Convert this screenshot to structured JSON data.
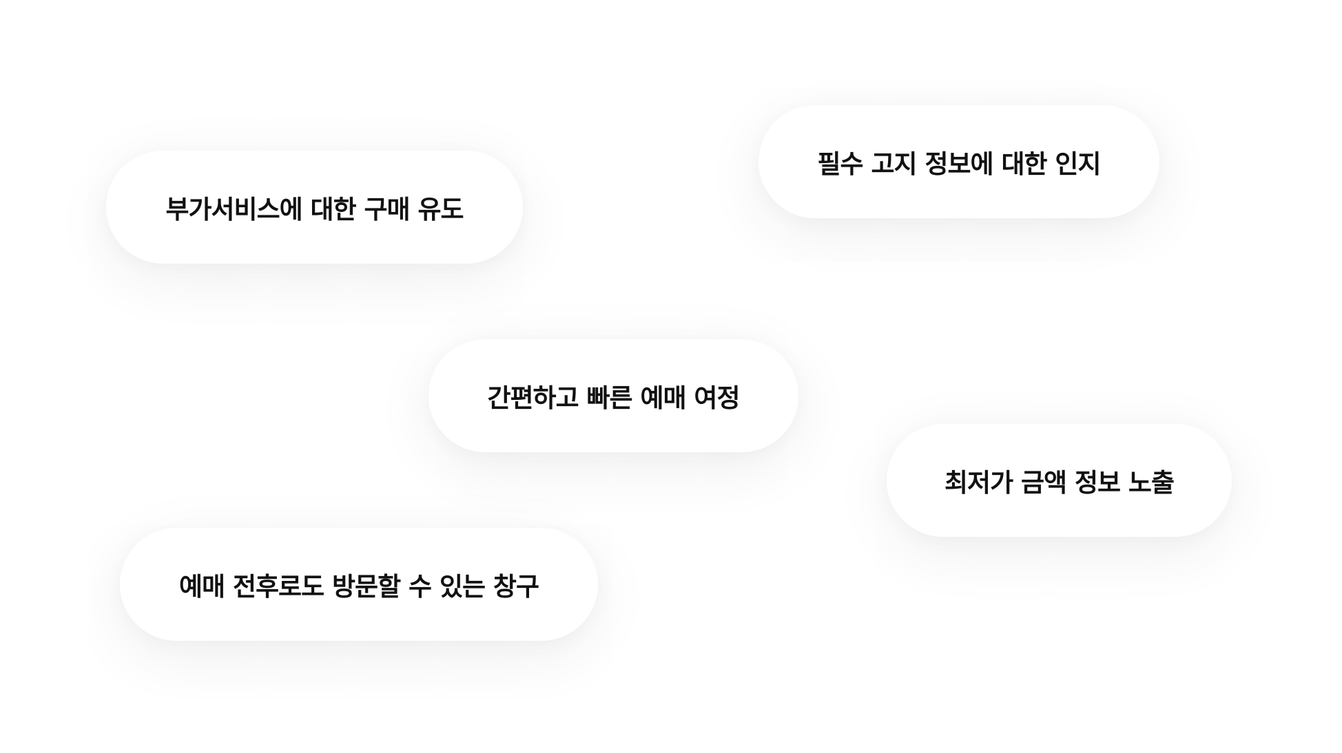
{
  "tags": [
    {
      "label": "부가서비스에 대한 구매 유도"
    },
    {
      "label": "필수 고지 정보에 대한 인지"
    },
    {
      "label": "간편하고 빠른 예매 여정"
    },
    {
      "label": "최저가 금액 정보 노출"
    },
    {
      "label": "예매 전후로도 방문할 수 있는 창구"
    }
  ]
}
